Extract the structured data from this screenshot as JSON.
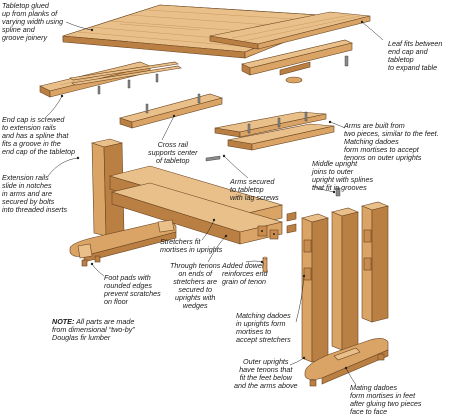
{
  "labels": {
    "tabletop": "Tabletop glued\nup from planks of\nvarying width using\nspline and\ngroove joinery",
    "leaf": "Leaf fits between\nend cap and tabletop\nto expand table",
    "end_cap": "End cap is screwed\nto extension rails\nand has a spline that\nfits a groove in the\nend cap of the tabletop",
    "extension_rails": "Extension rails\nslide in notches\nin arms and are\nsecured by bolts\ninto threaded inserts",
    "cross_rail": "Cross rail\nsupports center\nof tabletop",
    "arms_built": "Arms are built from\ntwo pieces, similar to the feet.\nMatching dadoes\nform mortises to accept\ntenons on outer uprights",
    "arms_secured": "Arms secured\nto tabletop\nwith lag screws",
    "middle_upright": "Middle upright\njoins to outer\nupright with splines\nthat fit in grooves",
    "stretchers_fit": "Stretchers fit\nmortises in uprights",
    "foot_pads": "Foot pads with\nrounded edges\nprevent scratches\non floor",
    "through_tenons": "Through tenons\non ends of\nstretchers are\nsecured to\nuprights with\nwedges",
    "added_dowel": "Added dowel\nreinforces end\ngrain of tenon",
    "matching_dadoes_uprights": "Matching dadoes\nin uprights form\nmortises to\naccept stretchers",
    "outer_uprights": "Outer uprights\nhave tenons that\nfit the feet below\nand the arms above",
    "mating_dadoes": "Mating dadoes\nform mortises in feet\nafter gluing two pieces\nface to face"
  },
  "note": {
    "prefix": "NOTE:",
    "text": " All parts are made\nfrom dimensional “two-by”\nDouglas fir lumber"
  },
  "colors": {
    "wood_light": "#e9c08a",
    "wood_mid": "#d9a465",
    "wood_dark": "#b97f43",
    "wood_end": "#c98c4e",
    "outline": "#6b4420",
    "leader": "#222222"
  }
}
